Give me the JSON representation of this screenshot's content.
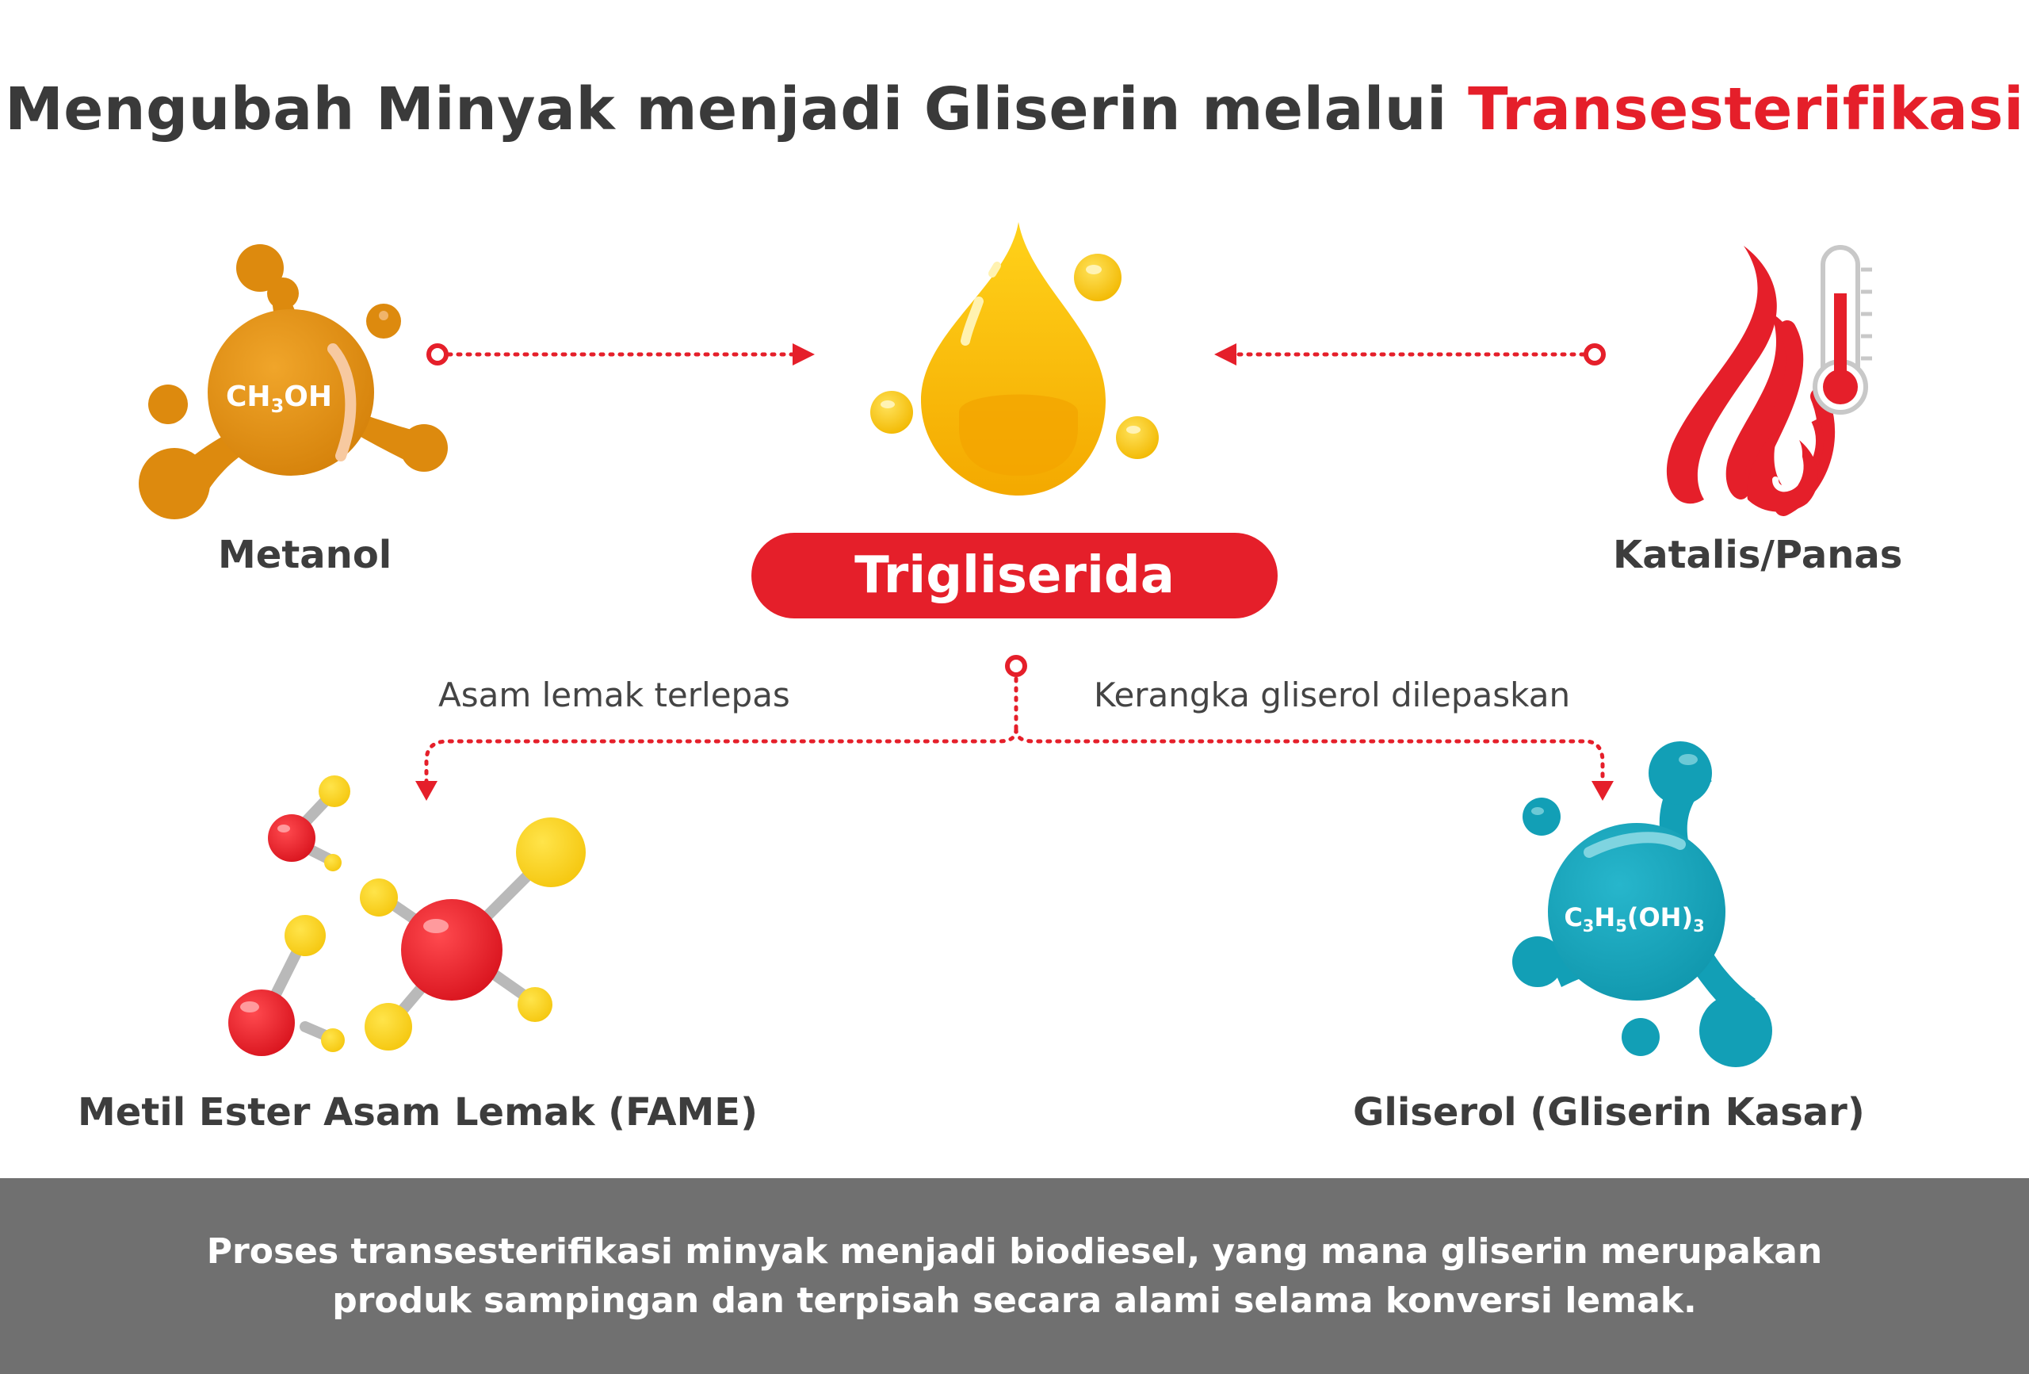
{
  "title": {
    "main": "Mengubah Minyak menjadi Gliserin melalui ",
    "accent": "Transesterifikasi"
  },
  "nodes": {
    "methanol": {
      "label": "Metanol",
      "formula": {
        "a": "CH",
        "sub": "3",
        "b": "OH"
      }
    },
    "triglyceride": {
      "label": "Trigliserida"
    },
    "catalyst": {
      "label": "Katalis/Panas"
    },
    "fame": {
      "label": "Metil Ester Asam Lemak (FAME)"
    },
    "glycerol": {
      "label": "Gliserol (Gliserin Kasar)",
      "formula": {
        "a": "C",
        "s1": "3",
        "b": "H",
        "s2": "5",
        "c": "(OH)",
        "s3": "3"
      }
    }
  },
  "edges": {
    "left_branch": "Asam lemak terlepas",
    "right_branch": "Kerangka gliserol dilepaskan"
  },
  "footer": {
    "line1": "Proses transesterifikasi minyak menjadi biodiesel, yang mana gliserin merupakan",
    "line2": "produk sampingan dan terpisah secara alami selama konversi lemak."
  },
  "colors": {
    "accent": "#e51f2a",
    "methanol": "#dd8a0e",
    "oil": "#f8c300",
    "glycerol": "#129fb6",
    "atom_red": "#e51f2a",
    "atom_yellow": "#fcd22a",
    "footer_bg": "#707070"
  }
}
